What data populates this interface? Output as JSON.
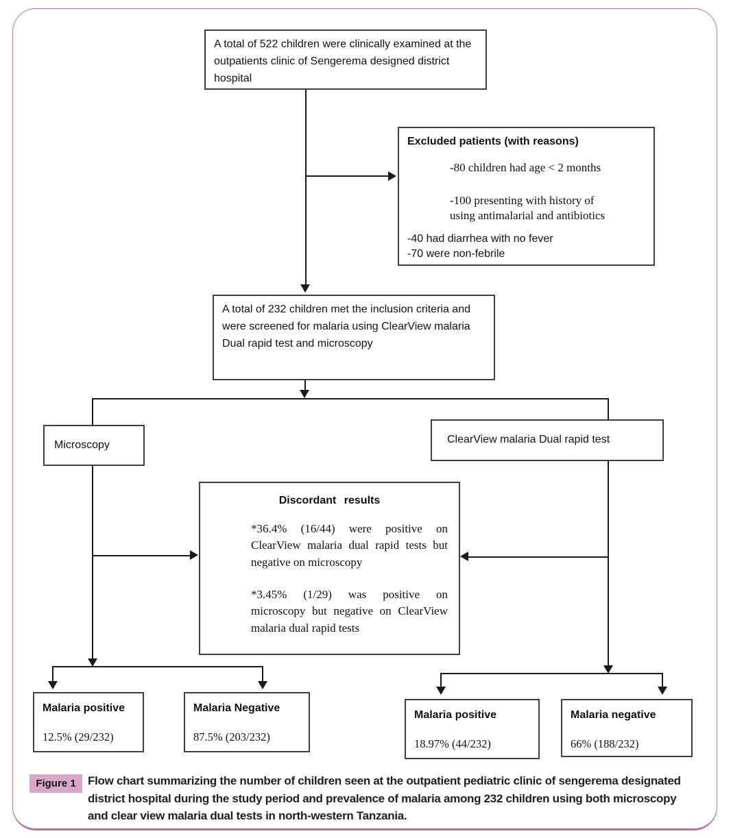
{
  "figure": {
    "badge": "Figure 1",
    "caption": "Flow chart summarizing the number of children seen at the outpatient pediatric clinic of sengerema designated district hospital during the study period and prevalence of malaria among 232 children using both microscopy and clear view malaria dual tests in north-western Tanzania."
  },
  "flowchart": {
    "examined_box": "A total of 522 children were clinically examined at the outpatients clinic of Sengerema designed district hospital",
    "excluded_box": {
      "title": "Excluded patients (with reasons)",
      "reasons_indented": [
        "-80 children had age < 2 months",
        "-100 presenting with history of using antimalarial and antibiotics"
      ],
      "reasons_flush": [
        "-40 had diarrhea with no fever",
        "-70 were non-febrile"
      ]
    },
    "included_box": "A total of 232 children met the inclusion criteria and were screened for malaria using ClearView malaria Dual rapid test and microscopy",
    "microscopy_box": "Microscopy",
    "clearview_box": "ClearView malaria Dual rapid test",
    "discordant_box": {
      "title": "Discordant results",
      "item1": "*36.4% (16/44) were positive on ClearView malaria dual rapid tests but negative on microscopy",
      "item2": "*3.45% (1/29) was positive on microscopy but negative on ClearView malaria dual rapid tests"
    },
    "results": {
      "microscopy_positive": {
        "label": "Malaria positive",
        "value": "12.5% (29/232)"
      },
      "microscopy_negative": {
        "label": "Malaria Negative",
        "value": "87.5% (203/232)"
      },
      "clearview_positive": {
        "label": "Malaria positive",
        "value": "18.97% (44/232)"
      },
      "clearview_negative": {
        "label": "Malaria negative",
        "value": "66% (188/232)"
      }
    }
  },
  "colors": {
    "frame_border": "#b5739e",
    "badge_bg": "#d9a7c7",
    "line": "#1a1a1a"
  }
}
